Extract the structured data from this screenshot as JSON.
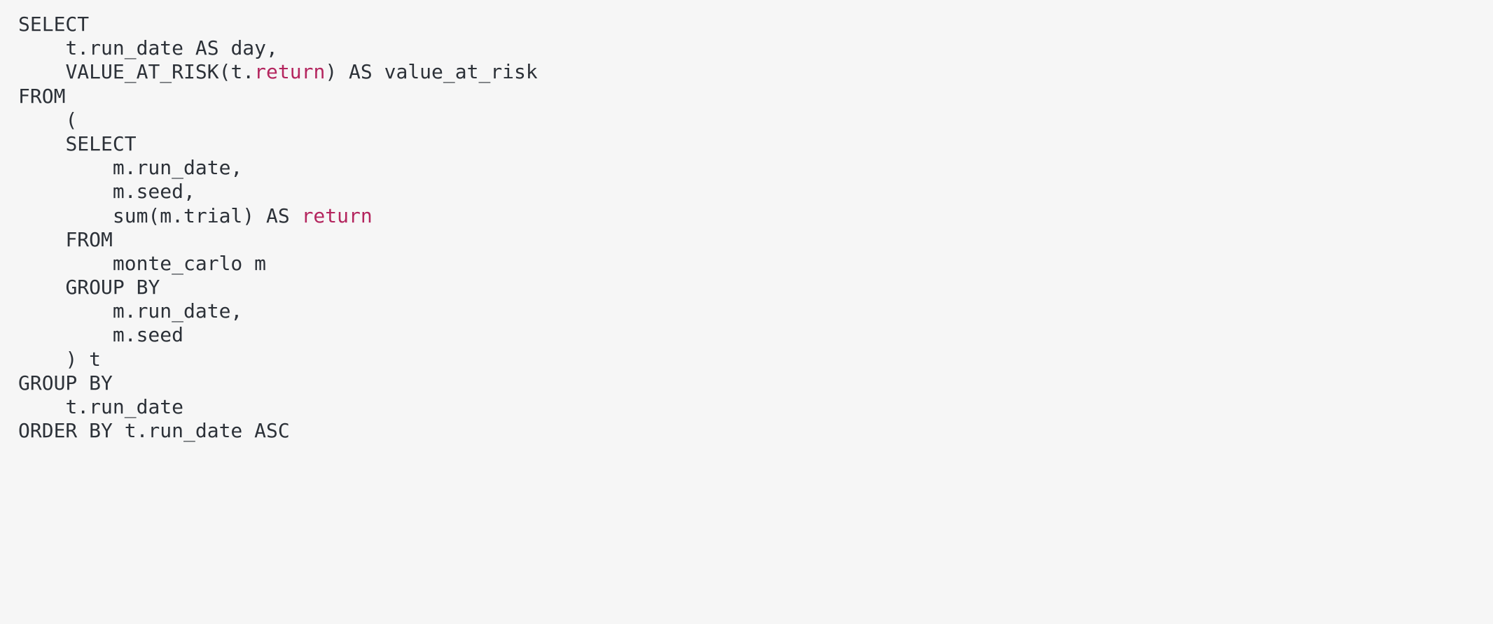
{
  "editor": {
    "language": "sql",
    "background_color": "#f6f6f6",
    "text_color": "#2c3138",
    "accent_color": "#b4255e",
    "indent_unit": "    ",
    "line_count": 16
  },
  "code": {
    "lines": [
      {
        "indent": 0,
        "tokens": [
          {
            "text": "SELECT",
            "kind": "plain"
          }
        ]
      },
      {
        "indent": 1,
        "tokens": [
          {
            "text": "t.run_date AS day,",
            "kind": "plain"
          }
        ]
      },
      {
        "indent": 1,
        "tokens": [
          {
            "text": "VALUE_AT_RISK(t.",
            "kind": "plain"
          },
          {
            "text": "return",
            "kind": "accent"
          },
          {
            "text": ") AS value_at_risk",
            "kind": "plain"
          }
        ]
      },
      {
        "indent": 0,
        "tokens": [
          {
            "text": "FROM",
            "kind": "plain"
          }
        ]
      },
      {
        "indent": 1,
        "tokens": [
          {
            "text": "(",
            "kind": "plain"
          }
        ]
      },
      {
        "indent": 1,
        "tokens": [
          {
            "text": "SELECT",
            "kind": "plain"
          }
        ]
      },
      {
        "indent": 2,
        "tokens": [
          {
            "text": "m.run_date,",
            "kind": "plain"
          }
        ]
      },
      {
        "indent": 2,
        "tokens": [
          {
            "text": "m.seed,",
            "kind": "plain"
          }
        ]
      },
      {
        "indent": 2,
        "tokens": [
          {
            "text": "sum(m.trial) AS ",
            "kind": "plain"
          },
          {
            "text": "return",
            "kind": "accent"
          }
        ]
      },
      {
        "indent": 1,
        "tokens": [
          {
            "text": "FROM",
            "kind": "plain"
          }
        ]
      },
      {
        "indent": 2,
        "tokens": [
          {
            "text": "monte_carlo m",
            "kind": "plain"
          }
        ]
      },
      {
        "indent": 1,
        "tokens": [
          {
            "text": "GROUP BY",
            "kind": "plain"
          }
        ]
      },
      {
        "indent": 2,
        "tokens": [
          {
            "text": "m.run_date,",
            "kind": "plain"
          }
        ]
      },
      {
        "indent": 2,
        "tokens": [
          {
            "text": "m.seed",
            "kind": "plain"
          }
        ]
      },
      {
        "indent": 1,
        "tokens": [
          {
            "text": ") t",
            "kind": "plain"
          }
        ]
      },
      {
        "indent": 0,
        "tokens": [
          {
            "text": "GROUP BY",
            "kind": "plain"
          }
        ]
      },
      {
        "indent": 1,
        "tokens": [
          {
            "text": "t.run_date",
            "kind": "plain"
          }
        ]
      },
      {
        "indent": 0,
        "tokens": [
          {
            "text": "ORDER BY t.run_date ASC",
            "kind": "plain"
          }
        ]
      }
    ]
  }
}
